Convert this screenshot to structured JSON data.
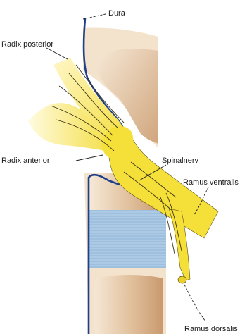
{
  "diagram": {
    "labels": {
      "dura": "Dura",
      "radix_posterior": "Radix posterior",
      "radix_anterior": "Radix anterior",
      "spinalnerv": "Spinalnerv",
      "ramus_ventralis": "Ramus ventralis",
      "ramus_dorsalis": "Ramus dorsalis"
    },
    "colors": {
      "nerve_yellow": "#f5e03a",
      "nerve_outline": "#5a4d12",
      "dura_blue": "#1f3f8a",
      "vertebra_tan": "#d9b28b",
      "vertebra_light": "#f3e2cc",
      "disc_blue": "#a8c6e0",
      "disc_line": "#c9dcec"
    }
  }
}
